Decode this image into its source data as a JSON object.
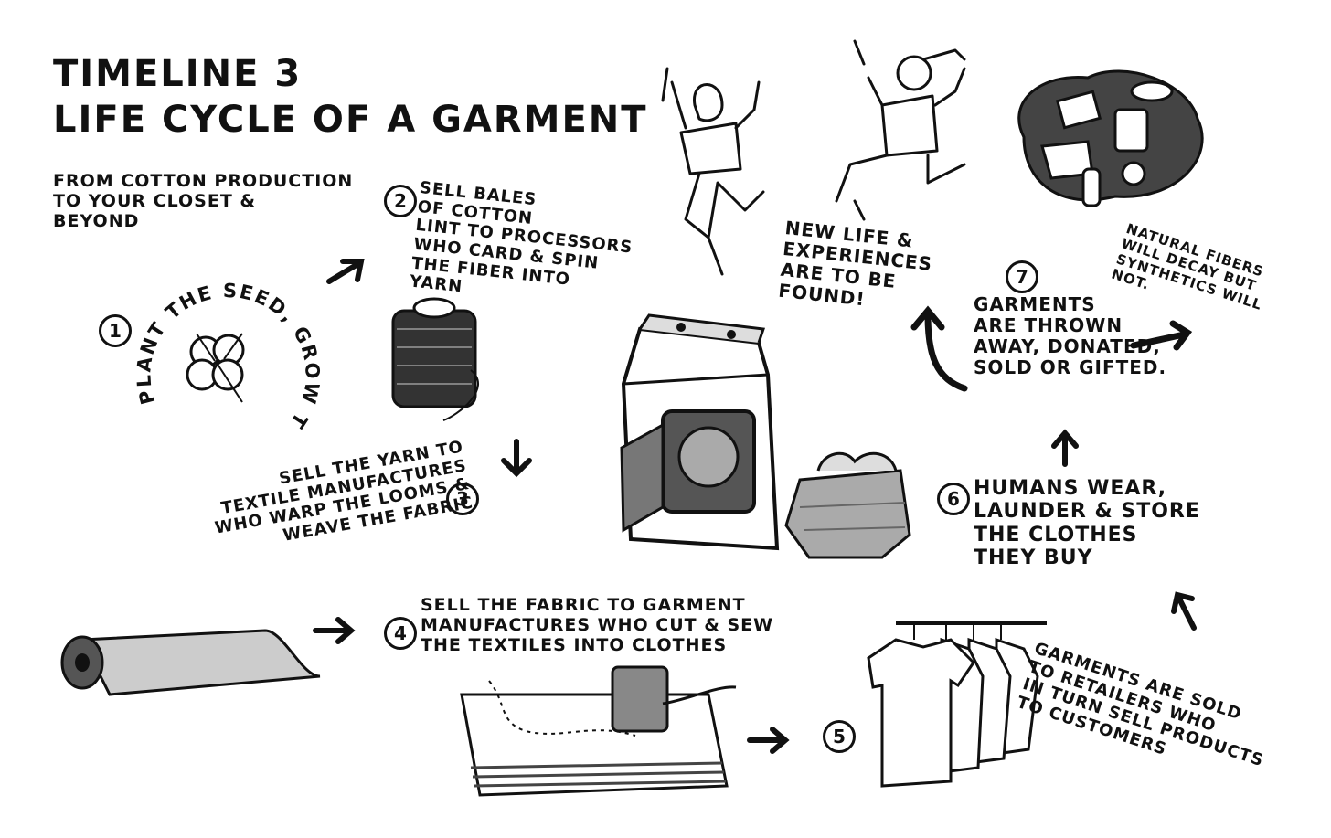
{
  "title": {
    "line1": "TIMELINE 3",
    "line2": "LIFE CYCLE OF A GARMENT"
  },
  "subtitle": "FROM COTTON PRODUCTION\nTO YOUR CLOSET &\nBEYOND",
  "steps": [
    {
      "number": "1",
      "text": "PLANT THE SEED, GROW THE PLANT, PICK THE COTTON",
      "icon": "cotton-boll-icon"
    },
    {
      "number": "2",
      "text": "SELL BALES\nOF COTTON\nLINT TO PROCESSORS\nWHO CARD & SPIN\nTHE FIBER INTO\nYARN",
      "icon": "yarn-spool-icon"
    },
    {
      "number": "3",
      "text": "SELL THE YARN TO\nTEXTILE MANUFACTURES\nWHO WARP THE LOOMS &\nWEAVE THE FABRIC",
      "icon": "fabric-roll-icon"
    },
    {
      "number": "4",
      "text": "SELL THE FABRIC TO GARMENT\nMANUFACTURES WHO CUT & SEW\nTHE TEXTILES INTO CLOTHES",
      "icon": "sewing-machine-icon"
    },
    {
      "number": "5",
      "text": "GARMENTS ARE SOLD\nTO RETAILERS WHO\nIN TURN SELL PRODUCTS\nTO CUSTOMERS",
      "icon": "clothes-rack-icon"
    },
    {
      "number": "6",
      "text": "HUMANS WEAR,\nLAUNDER & STORE\nTHE CLOTHES\nTHEY BUY",
      "icon": "washing-machine-icon"
    },
    {
      "number": "7",
      "text": "GARMENTS\nARE THROWN\nAWAY, DONATED,\nSOLD OR GIFTED.",
      "icon": "trash-pile-icon"
    }
  ],
  "new_life": "NEW LIFE &\nEXPERIENCES\nARE TO BE\nFOUND!",
  "decay_note": "NATURAL FIBERS\nWILL DECAY BUT\nSYNTHETICS WILL\nNOT."
}
